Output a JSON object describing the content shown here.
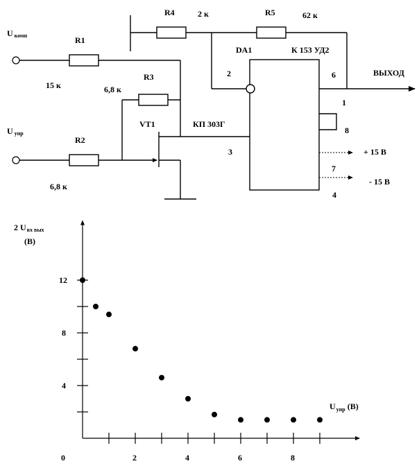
{
  "circuit": {
    "in_komp_main": "U",
    "in_komp_sub": "комп",
    "in_upr_main": "U",
    "in_upr_sub": "упр",
    "r1": "R1",
    "r1_value": "15 к",
    "r2": "R2",
    "r2_value": "6,8 к",
    "r3": "R3",
    "r3_value": "6,8 к",
    "r4": "R4",
    "r4_value": "2 к",
    "r5": "R5",
    "r5_value": "62 к",
    "vt1": "VT1",
    "vt1_type": "КП 303Г",
    "da1": "DA1",
    "da1_type": "К 153 УД2",
    "pin2": "2",
    "pin3": "3",
    "pin6": "6",
    "pin1": "1",
    "pin8": "8",
    "pin7": "7",
    "pin4": "4",
    "output": "ВЫХОД",
    "plus15": "+ 15 В",
    "minus15": "- 15 В"
  },
  "chart_data": {
    "type": "scatter",
    "ylabel_main": "2 U",
    "ylabel_sub": "вх вых",
    "ylabel_unit": "(В)",
    "xlabel_main": "U",
    "xlabel_sub": "упр",
    "xlabel_unit": " (В)",
    "origin_label": "0",
    "xlim": [
      0,
      10.5
    ],
    "ylim": [
      0,
      16.5
    ],
    "x_ticks": [
      1,
      2,
      3,
      4,
      5,
      6,
      7,
      8,
      9
    ],
    "x_tick_labels": [
      {
        "x": 2,
        "label": "2"
      },
      {
        "x": 4,
        "label": "4"
      },
      {
        "x": 6,
        "label": "6"
      },
      {
        "x": 8,
        "label": "8"
      }
    ],
    "y_ticks": [
      2,
      4,
      6,
      8,
      10,
      12
    ],
    "y_tick_labels": [
      {
        "y": 4,
        "label": "4"
      },
      {
        "y": 8,
        "label": "8"
      },
      {
        "y": 12,
        "label": "12"
      }
    ],
    "points": [
      {
        "x": 0,
        "y": 12
      },
      {
        "x": 0.5,
        "y": 10
      },
      {
        "x": 1,
        "y": 9.4
      },
      {
        "x": 2,
        "y": 6.8
      },
      {
        "x": 3,
        "y": 4.6
      },
      {
        "x": 4,
        "y": 3
      },
      {
        "x": 5,
        "y": 1.8
      },
      {
        "x": 6,
        "y": 1.4
      },
      {
        "x": 7,
        "y": 1.4
      },
      {
        "x": 8,
        "y": 1.4
      },
      {
        "x": 9,
        "y": 1.4
      }
    ]
  }
}
